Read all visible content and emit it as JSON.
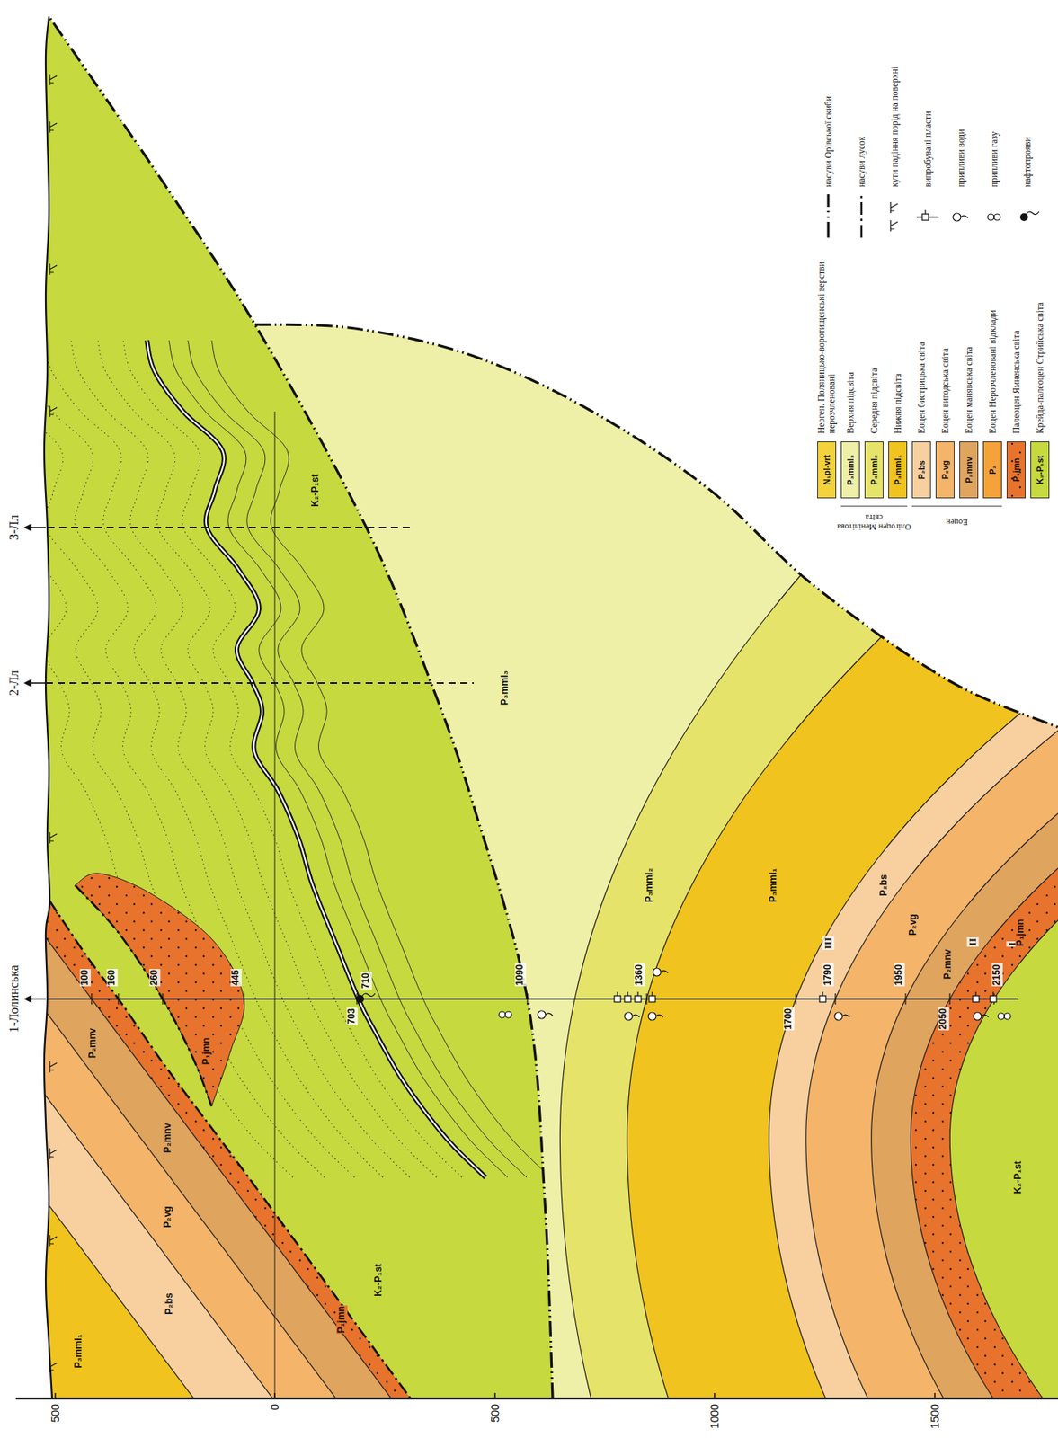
{
  "diagram": {
    "labels": [
      "1-Лолинська",
      "2-Лл",
      "3-Лл",
      "500",
      "0",
      "500",
      "1000",
      "1500",
      "100",
      "160",
      "260",
      "445",
      "703",
      "710",
      "1090",
      "1360",
      "1700",
      "1790",
      "III",
      "1950",
      "2050",
      "2150",
      "II",
      "I",
      "P₃mml₁",
      "P₂bs",
      "P₂vg",
      "P₂mnv",
      "P₁jmn",
      "P₂mnv",
      "P₁jmn",
      "K₂-P₁st",
      "K₂-P₁st",
      "P₃mml₃",
      "P₃mml₂",
      "P₃mml₁",
      "P₂bs",
      "P₂vg",
      "P₂mnv",
      "P₁jmn",
      "K₂-P₁st",
      "N₁pl-vrt",
      "P₃mml₃",
      "P₃mml₂",
      "P₃mml₁",
      "P₂bs",
      "P₂vg",
      "P₂mnv",
      "P₂",
      "P₁jmn",
      "K₂-P₁st",
      "Олігоцен Менілітова світа",
      "Еоцен"
    ],
    "legend": [
      {
        "text": "Неоген. Поляницько-воротищенські верстви нерозчленовані",
        "color": "#f4d23c"
      },
      {
        "text": "Верхня підсвіта",
        "color": "#eef0a8"
      },
      {
        "text": "Середня підсвіта",
        "color": "#e6e36a"
      },
      {
        "text": "Нижня підсвіта",
        "color": "#f0c31e"
      },
      {
        "text": "Еоцен бистрицька світа",
        "color": "#f8d0a0"
      },
      {
        "text": "Еоцен вигодська світа",
        "color": "#f4b46a"
      },
      {
        "text": "Еоцен манявська світа",
        "color": "#dfa45e"
      },
      {
        "text": "Еоцен Нерозчленовані відклади",
        "color": "#f5a23a"
      },
      {
        "text": "Палеоцен Ямненська світа",
        "color": "#e8732c"
      },
      {
        "text": "Крейда-палеоцен Стрийська світа",
        "color": "#c6d93f"
      },
      {
        "text": "насуви Орівської скиби"
      },
      {
        "text": "насуви лусок"
      },
      {
        "text": "кути падіння порід на поверхні"
      },
      {
        "text": "випробувані пласти"
      },
      {
        "text": "припливи води"
      },
      {
        "text": "припливи газу"
      },
      {
        "text": "нафтопрояви"
      }
    ]
  }
}
